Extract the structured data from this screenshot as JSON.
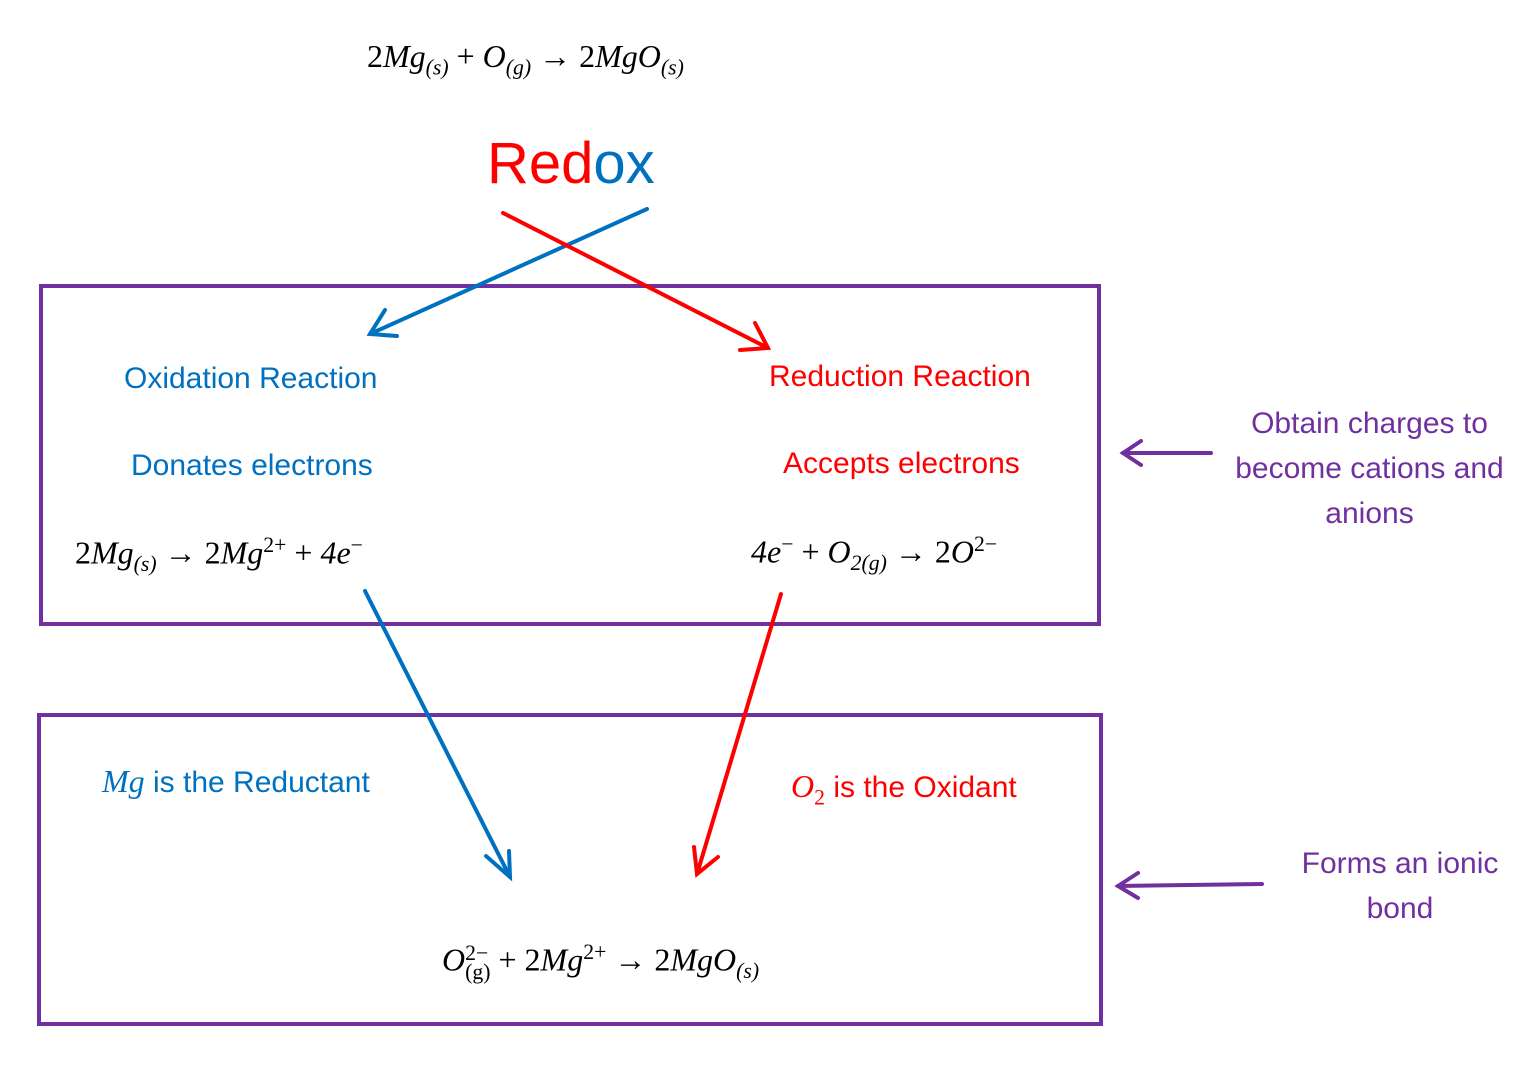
{
  "equations": {
    "overall": {
      "coef1": "2",
      "mg": "Mg",
      "s1": "(s)",
      "plus": " + ",
      "o": "O",
      "g1": "(g)",
      "arrow": " → ",
      "coef2": "2",
      "mgo": "MgO",
      "s2": "(s)"
    },
    "oxidation": {
      "coef1": "2",
      "mg": "Mg",
      "s": "(s)",
      "arrow": " → ",
      "coef2": "2",
      "mg2": "Mg",
      "charge": "2+",
      "plus": " + ",
      "e": "4e",
      "echarge": "−"
    },
    "reduction": {
      "e": "4e",
      "echarge": "−",
      "plus": " + ",
      "o": "O",
      "sub": "2(g)",
      "arrow": " → ",
      "coef": "2",
      "o2": "O",
      "charge": "2−"
    },
    "ionic": {
      "o": "O",
      "charge": "2−",
      "sub": "(g)",
      "plus": " + ",
      "coef1": "2",
      "mg": "Mg",
      "mgcharge": "2+",
      "arrow": " → ",
      "coef2": "2",
      "mgo": "MgO",
      "s": "(s)"
    }
  },
  "title": {
    "red_part": "Red",
    "blue_part": "ox"
  },
  "oxidation_box": {
    "title": "Oxidation Reaction",
    "description": "Donates electrons"
  },
  "reduction_box": {
    "title": "Reduction Reaction",
    "description": "Accepts electrons"
  },
  "reductant": {
    "symbol": "Mg",
    "text": " is the Reductant"
  },
  "oxidant": {
    "symbol": "O",
    "subscript": "2",
    "text": " is the Oxidant"
  },
  "annotations": {
    "charges": "Obtain charges to become cations and anions",
    "ionic_bond": "Forms an ionic bond"
  },
  "colors": {
    "blue": "#0070C0",
    "red": "#FF0000",
    "purple": "#7030A0"
  }
}
